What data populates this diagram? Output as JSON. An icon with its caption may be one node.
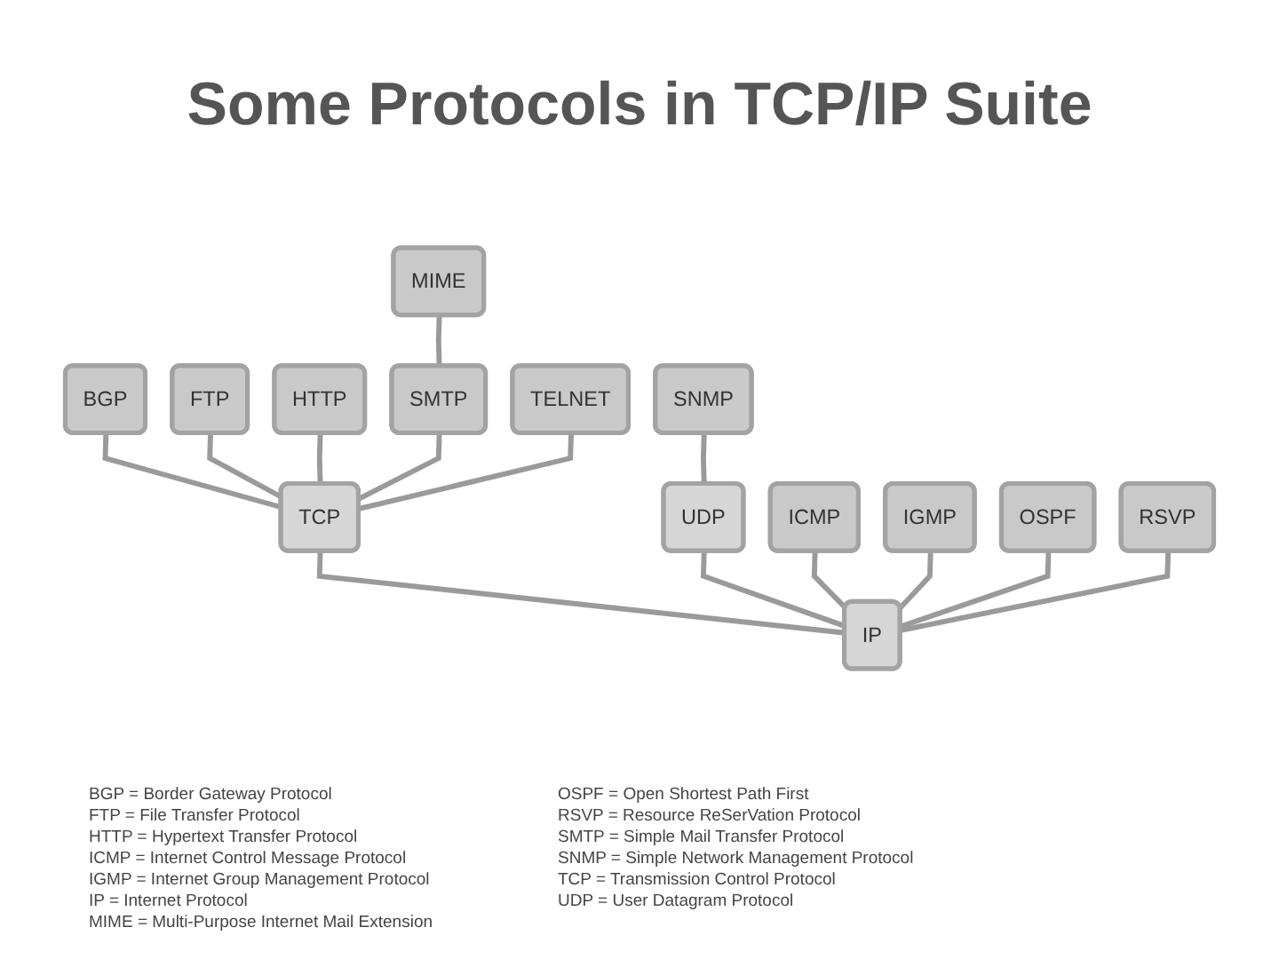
{
  "diagram": {
    "title": "Some Protocols in TCP/IP Suite",
    "nodes": [
      {
        "text": [
          "MIME"
        ]
      },
      {
        "text": [
          "BGP"
        ]
      },
      {
        "text": [
          "FTP"
        ]
      },
      {
        "text": [
          "HTTP"
        ]
      },
      {
        "text": [
          "SMTP"
        ]
      },
      {
        "text": [
          "TELNET"
        ]
      },
      {
        "text": [
          "SNMP"
        ]
      },
      {
        "text": [
          "TCP"
        ]
      },
      {
        "text": [
          "UDP"
        ]
      },
      {
        "text": [
          "ICMP"
        ]
      },
      {
        "text": [
          "IGMP"
        ]
      },
      {
        "text": [
          "OSPF"
        ]
      },
      {
        "text": [
          "RSVP"
        ]
      },
      {
        "text": [
          "IP"
        ]
      }
    ],
    "edges": [
      {
        "from": 0,
        "to": 4,
        "arrow": "none"
      },
      {
        "from": 1,
        "to": 7,
        "arrow": "none"
      },
      {
        "from": 2,
        "to": 7,
        "arrow": "none"
      },
      {
        "from": 3,
        "to": 7,
        "arrow": "none"
      },
      {
        "from": 4,
        "to": 7,
        "arrow": "none"
      },
      {
        "from": 5,
        "to": 7,
        "arrow": "none"
      },
      {
        "from": 6,
        "to": 8,
        "arrow": "none"
      },
      {
        "from": 7,
        "to": 13,
        "arrow": "none"
      },
      {
        "from": 8,
        "to": 13,
        "arrow": "none"
      },
      {
        "from": 9,
        "to": 13,
        "arrow": "none"
      },
      {
        "from": 10,
        "to": 13,
        "arrow": "none"
      },
      {
        "from": 11,
        "to": 13,
        "arrow": "none"
      },
      {
        "from": 12,
        "to": 13,
        "arrow": "none"
      }
    ],
    "labels": [
      "BGP = Border Gateway Protocol",
      "FTP = File Transfer Protocol",
      "HTTP = Hypertext Transfer Protocol",
      "ICMP = Internet Control Message Protocol",
      "IGMP = Internet Group Management Protocol",
      "IP = Internet Protocol",
      "MIME = Multi-Purpose Internet Mail Extension",
      "OSPF = Open Shortest Path First",
      "RSVP = Resource ReSerVation Protocol",
      "SMTP = Simple Mail Transfer Protocol",
      "SNMP = Simple Network Management Protocol",
      "TCP = Transmission Control Protocol",
      "UDP = User Datagram Protocol"
    ]
  }
}
